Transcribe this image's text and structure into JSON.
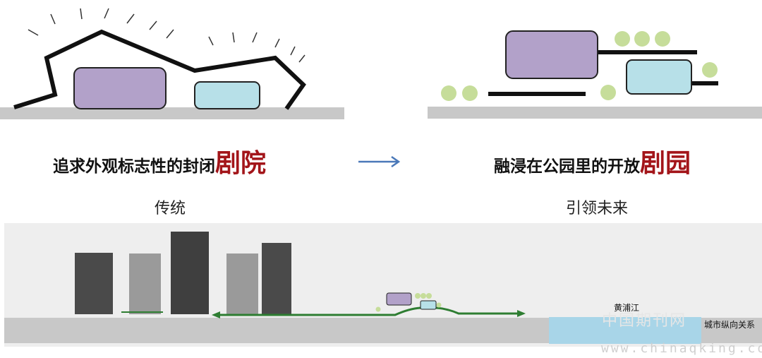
{
  "top_left": {
    "caption_main": "追求外观标志性的封闭",
    "caption_highlight": "剧院",
    "subcaption": "传统"
  },
  "top_right": {
    "caption_main": "融浸在公园里的开放",
    "caption_highlight": "剧园",
    "subcaption": "引领未来"
  },
  "bottom": {
    "river_label": "黄浦江",
    "relation_label": "城市纵向关系"
  },
  "watermark": {
    "site_name": "中国期刊网",
    "url": "www.chinaqking.com"
  },
  "colors": {
    "purple": "#b2a1c9",
    "light_blue": "#b7e0e8",
    "green_dot": "#c6dd9a",
    "ground": "#c8c8c8",
    "arrow_blue": "#4a78b8",
    "path_green": "#2e7d32",
    "highlight_red": "#a3151a",
    "building_dark": "#4a4a4a",
    "building_mid": "#9a9a9a",
    "river": "#a8d5e8"
  }
}
